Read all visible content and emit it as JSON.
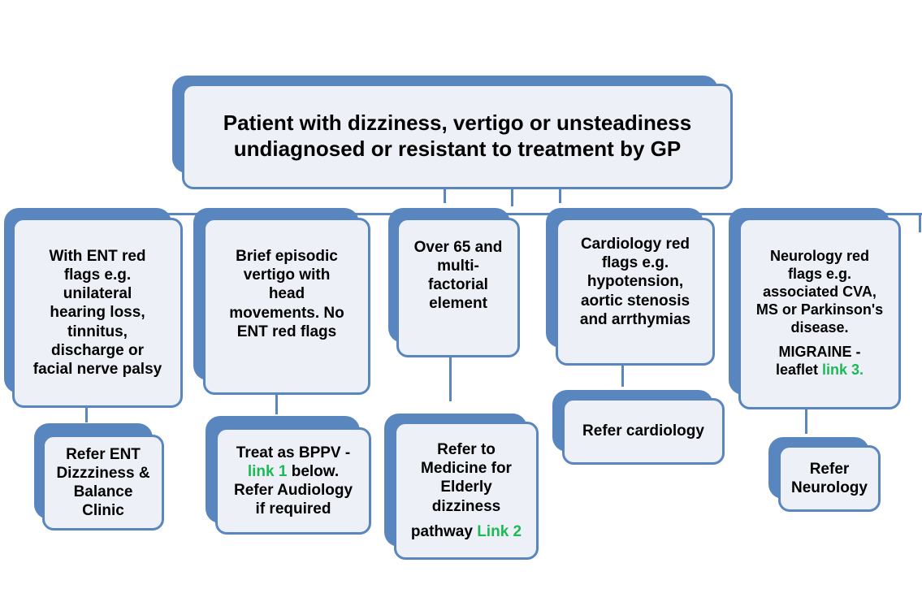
{
  "root": {
    "line1": "Patient with dizziness, vertigo or unsteadiness",
    "line2": "undiagnosed or resistant to treatment by GP"
  },
  "branches": [
    {
      "criteria": [
        "With ENT red",
        "flags e.g.",
        "unilateral",
        "hearing loss,",
        "tinnitus,",
        "discharge or",
        "facial nerve palsy"
      ],
      "action": [
        "Refer ENT",
        "Dizzziness &",
        "Balance",
        "Clinic"
      ]
    },
    {
      "criteria": [
        "Brief episodic",
        "vertigo with",
        "head",
        "movements.  No",
        "ENT red flags"
      ],
      "action": {
        "line1": "Treat as BPPV -",
        "link": "link 1",
        "after_link": " below.",
        "line3": "Refer Audiology",
        "line4": "if required"
      }
    },
    {
      "criteria": [
        "Over 65 and",
        "multi-",
        "factorial",
        "element"
      ],
      "action": {
        "lines": [
          "Refer to",
          "Medicine for",
          "Elderly",
          "dizziness"
        ],
        "pathway": "pathway",
        "link": "Link 2"
      }
    },
    {
      "criteria": [
        "Cardiology red",
        "flags e.g.",
        "hypotension,",
        "aortic stenosis",
        "and arrthymias"
      ],
      "action": [
        "Refer cardiology"
      ]
    },
    {
      "criteria": [
        "Neurology red",
        "flags e.g.",
        "associated CVA,",
        "MS or Parkinson's",
        "disease."
      ],
      "migraine": "MIGRAINE -",
      "leaflet": "leaflet",
      "link": "link 3.",
      "action": [
        "Refer",
        "Neurology"
      ]
    }
  ],
  "colors": {
    "accent": "#5a86c0",
    "box_fill": "#edf1f7",
    "link": "#1db954"
  }
}
